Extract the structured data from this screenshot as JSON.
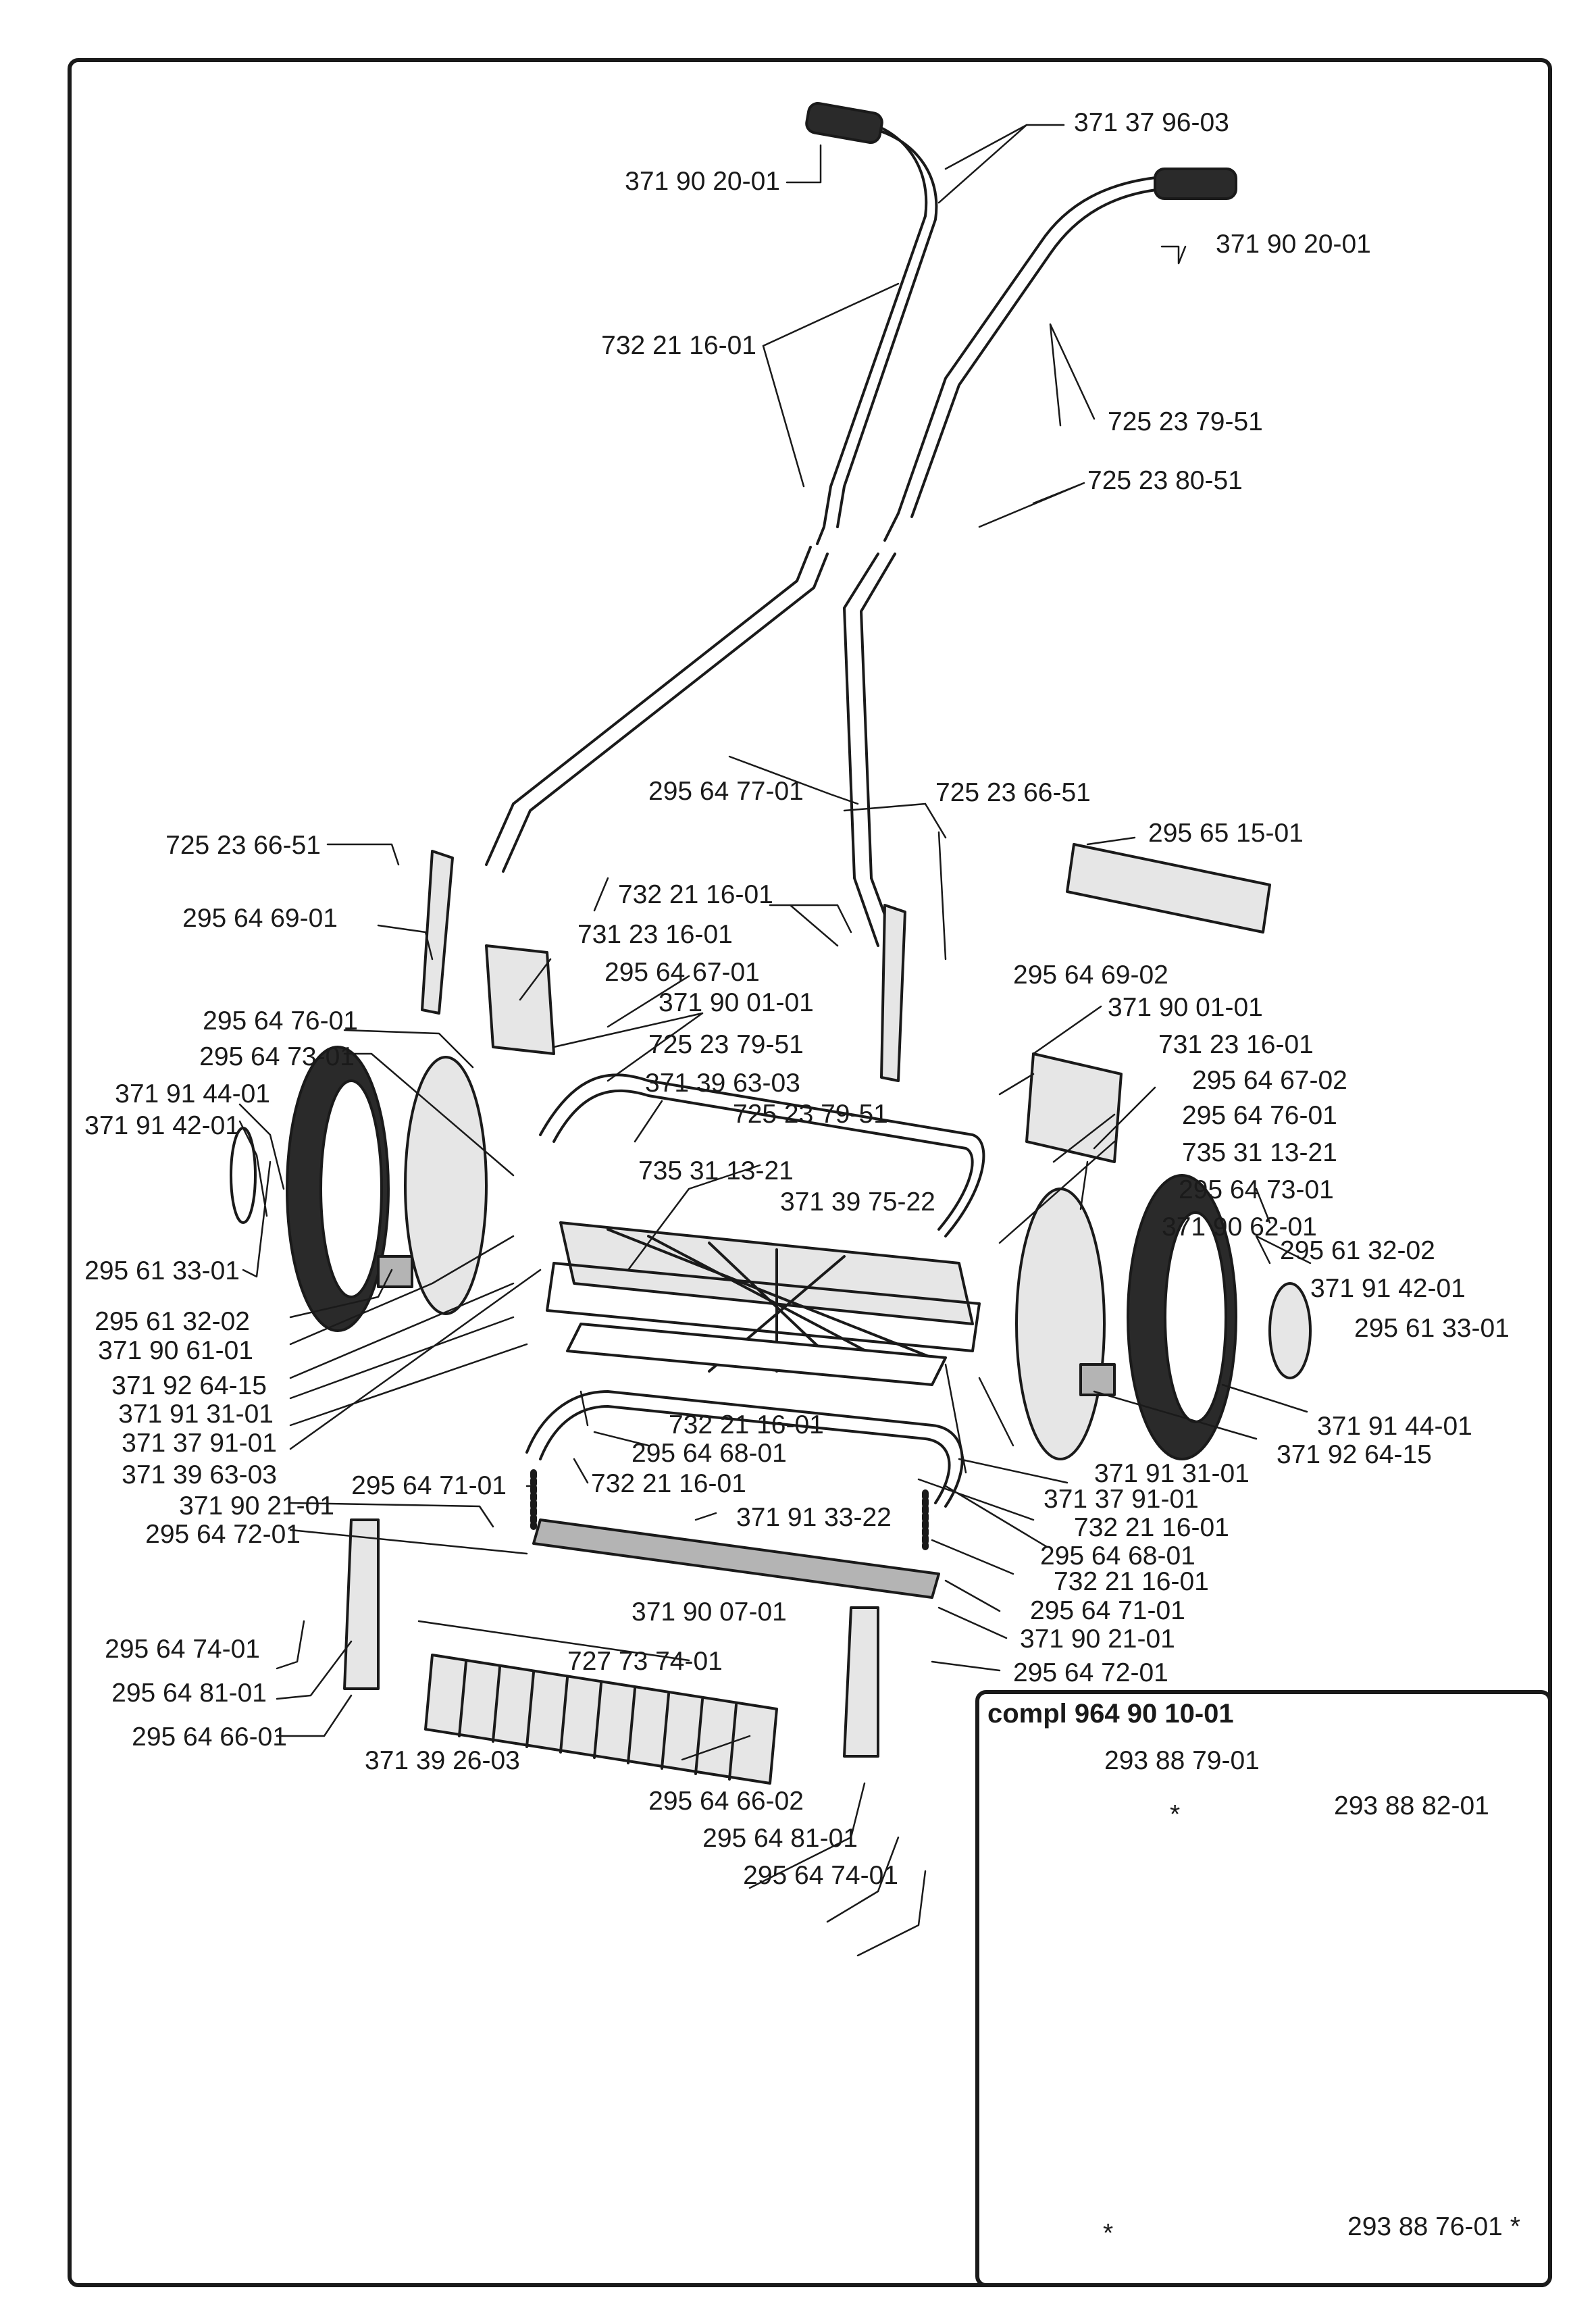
{
  "inset_title": "compl 964 90 10-01",
  "asterisk": "*",
  "labels": [
    "371 37 96-03",
    "371 90 20-01",
    "371 90 20-01",
    "732 21 16-01",
    "725 23 79-51",
    "725 23 80-51",
    "295 64 77-01",
    "725 23 66-51",
    "725 23 66-51",
    "295 65 15-01",
    "295 64 69-01",
    "732 21 16-01",
    "731 23 16-01",
    "295 64 67-01",
    "295 64 69-02",
    "295 64 76-01",
    "371 90 01-01",
    "371 90 01-01",
    "295 64 73-01",
    "725 23 79-51",
    "731 23 16-01",
    "371 91 44-01",
    "371 39 63-03",
    "295 64 67-02",
    "371 91 42-01",
    "725 23 79-51",
    "295 64 76-01",
    "735 31 13-21",
    "735 31 13-21",
    "371 39 75-22",
    "295 64 73-01",
    "371 90 62-01",
    "295 61 33-01",
    "295 61 32-02",
    "295 61 32-02",
    "371 91 42-01",
    "371 90 61-01",
    "295 61 33-01",
    "371 92 64-15",
    "371 91 31-01",
    "371 37 91-01",
    "371 39 63-03",
    "371 91 44-01",
    "732 21 16-01",
    "371 92 64-15",
    "295 64 68-01",
    "295 64 71-01",
    "732 21 16-01",
    "371 91 31-01",
    "371 90 21-01",
    "371 37 91-01",
    "371 91 33-22",
    "732 21 16-01",
    "295 64 72-01",
    "295 64 68-01",
    "732 21 16-01",
    "371 90 07-01",
    "295 64 71-01",
    "295 64 74-01",
    "371 90 21-01",
    "727 73 74-01",
    "295 64 72-01",
    "295 64 81-01",
    "295 64 66-01",
    "371 39 26-03",
    "293 88 79-01",
    "293 88 82-01",
    "295 64 66-02",
    "295 64 81-01",
    "295 64 74-01",
    "293 88 76-01 *"
  ],
  "colors": {
    "line": "#1a1a1a",
    "fill_light": "#e6e6e6",
    "fill_mid": "#b4b4b4",
    "fill_dark": "#2a2a2a"
  }
}
